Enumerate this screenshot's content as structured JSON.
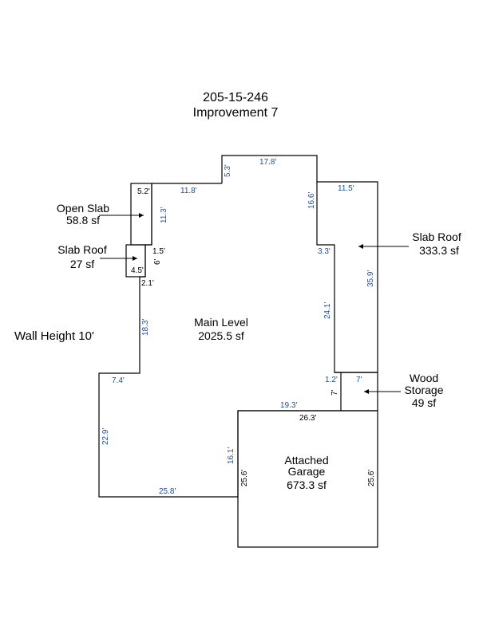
{
  "header": {
    "parcel_id": "205-15-246",
    "improvement": "Improvement 7"
  },
  "wall_height": "Wall Height 10'",
  "areas": {
    "main": {
      "name": "Main Level",
      "sqft": "2025.5 sf"
    },
    "garage": {
      "line1": "Attached",
      "line2": "Garage",
      "sqft": "673.3 sf"
    },
    "open_slab": {
      "name": "Open Slab",
      "sqft": "58.8 sf"
    },
    "slab_roof_small": {
      "name": "Slab Roof",
      "sqft": "27 sf"
    },
    "slab_roof_large": {
      "name": "Slab Roof",
      "sqft": "333.3 sf"
    },
    "wood_storage": {
      "line1": "Wood",
      "line2": "Storage",
      "sqft": "49 sf"
    }
  },
  "dimensions": {
    "top": "17.8'",
    "step": "5.3'",
    "upper_left_top": "11.8'",
    "right_top": "11.5'",
    "inner_right": "16.6'",
    "notch": "3.3'",
    "right_outer": "35.9'",
    "right_inner": "24.1'",
    "storage_small": "1.2'",
    "storage_top": "7'",
    "storage_side": "7'",
    "bottom_mid": "19.3'",
    "garage_top": "26.3'",
    "garage_left": "25.6'",
    "garage_right": "25.6'",
    "garage_inner_left": "16.1'",
    "bottom_left": "25.8'",
    "left_outer": "22.9'",
    "left_step": "7.4'",
    "left_upper": "18.3'",
    "small_step": "2.1'",
    "open_slab_width": "5.2'",
    "open_slab_height": "11.3'",
    "slab_roof_width": "4.5'",
    "slab_roof_height": "6'",
    "gap": "1.5'"
  }
}
